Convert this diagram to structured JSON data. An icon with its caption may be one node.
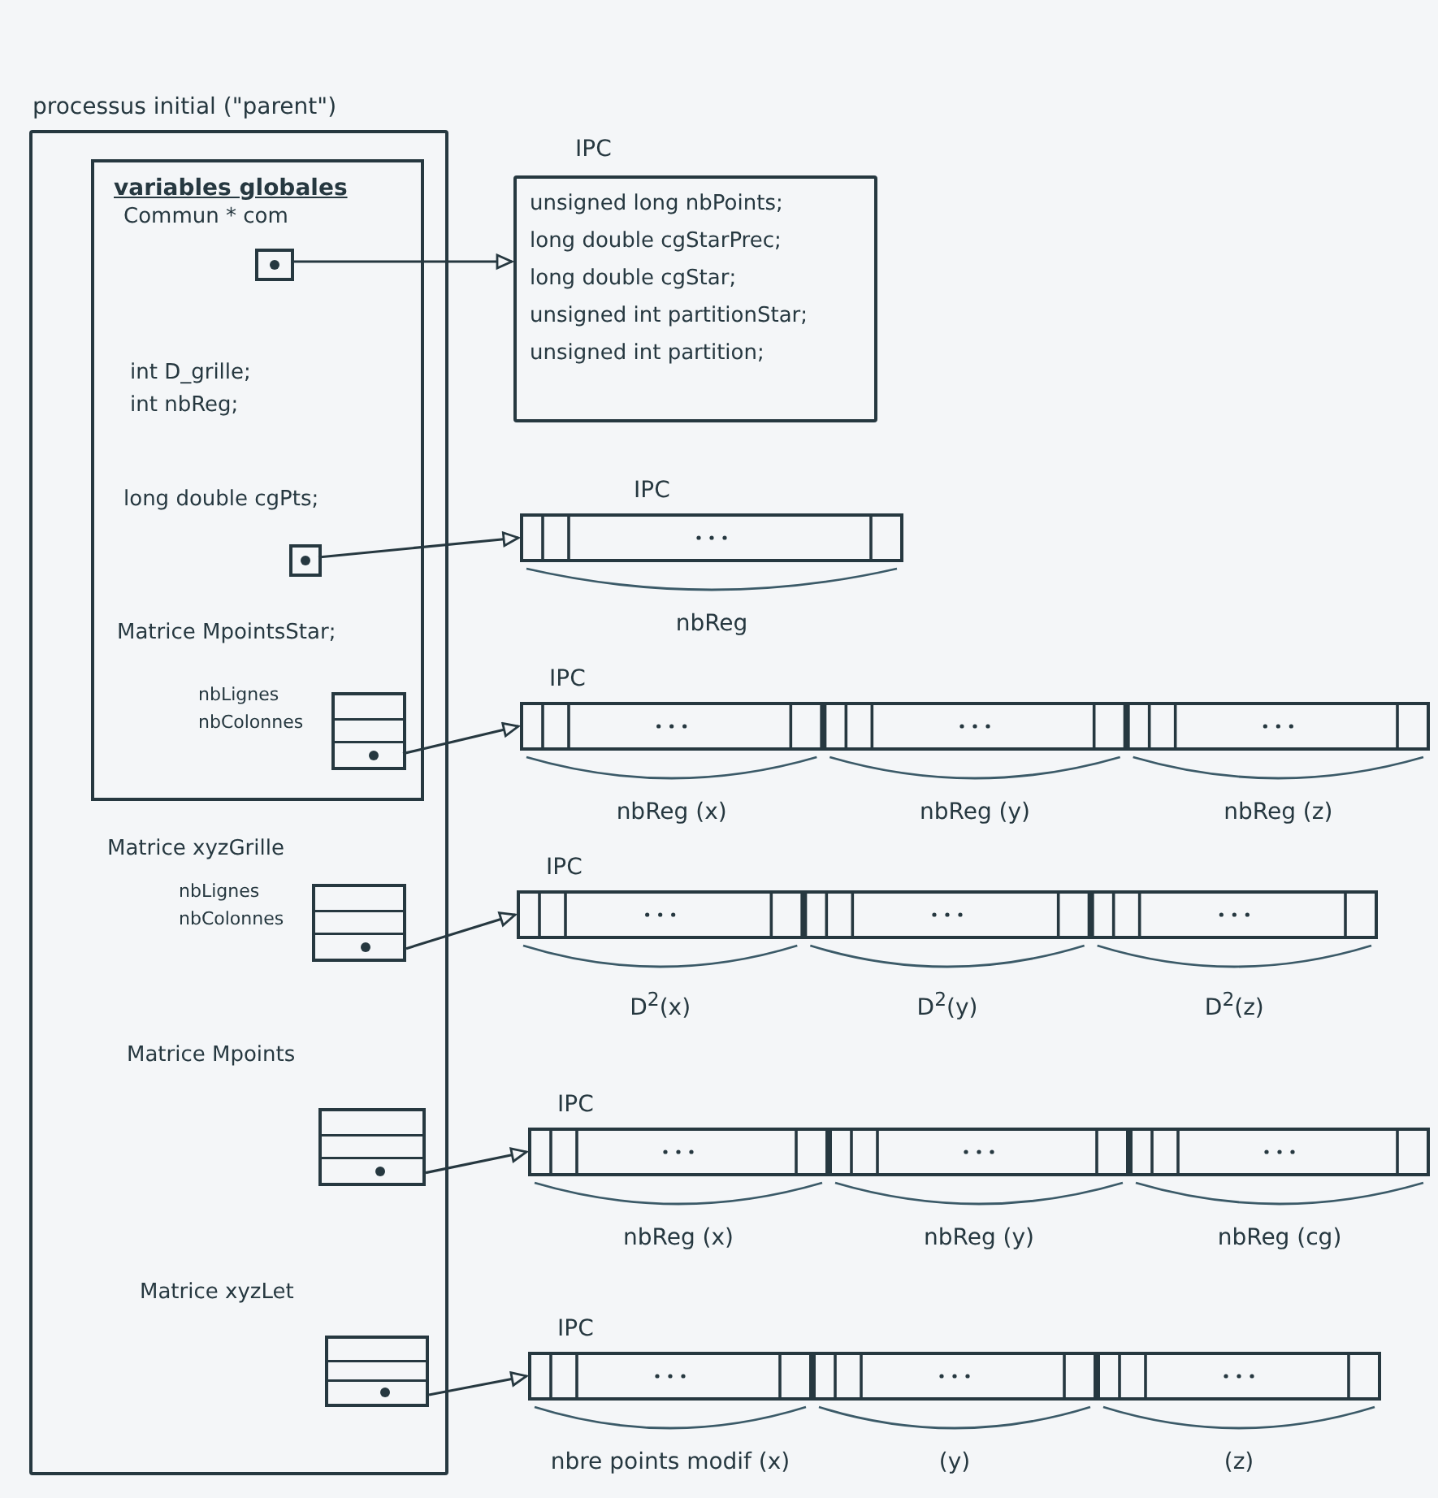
{
  "diagram": {
    "nodes": [
      {
        "text": [
          "processus initial (\"parent\")"
        ]
      },
      {
        "text": [
          "variables globales"
        ],
        "in": 0
      },
      {
        "text": [],
        "shape": "box",
        "in": 1,
        "beside": [
          "Commun * com"
        ]
      },
      {
        "text": [
          "IPC",
          "unsigned long nbPoints;",
          "long double cgStarPrec;",
          "long double cgStar;",
          "unsigned int partitionStar;",
          "unsigned int partition;"
        ]
      },
      {
        "text": [],
        "shape": "box",
        "in": 1,
        "beside": [
          "long double cgPts;"
        ]
      },
      {
        "text": [
          "IPC"
        ],
        "beside": [
          "nbReg"
        ]
      },
      {
        "text": [],
        "shape": "box",
        "in": 1,
        "beside": [
          "Matrice MpointsStar;",
          "nbLignes",
          "nbColonnes"
        ]
      },
      {
        "text": [
          "IPC"
        ],
        "beside": [
          "nbReg (x)",
          "nbReg (y)",
          "nbReg (z)"
        ]
      },
      {
        "text": [],
        "shape": "box",
        "in": 0,
        "beside": [
          "Matrice xyzGrille",
          "nbLignes",
          "nbColonnes"
        ]
      },
      {
        "text": [
          "IPC"
        ],
        "beside": [
          "D$^{2}$(x)",
          "D$^{2}$(y)",
          "D$^{2}$(z)"
        ]
      },
      {
        "text": [],
        "shape": "box",
        "in": 0,
        "beside": [
          "Matrice Mpoints"
        ]
      },
      {
        "text": [
          "IPC"
        ],
        "beside": [
          "nbReg (x)",
          "nbReg (y)",
          "nbReg (cg)"
        ]
      },
      {
        "text": [],
        "shape": "box",
        "in": 0,
        "beside": [
          "Matrice xyzLet"
        ]
      },
      {
        "text": [
          "IPC"
        ],
        "beside": [
          "nbre points modif (x)",
          "(y)",
          "(z)"
        ]
      }
    ],
    "edges": [
      {
        "from": 2,
        "to": 3,
        "arrow": "to"
      },
      {
        "from": 4,
        "to": 5,
        "arrow": "to"
      },
      {
        "from": 6,
        "to": 7,
        "arrow": "to"
      },
      {
        "from": 8,
        "to": 9,
        "arrow": "to"
      },
      {
        "from": 10,
        "to": 11,
        "arrow": "to"
      },
      {
        "from": 12,
        "to": 13,
        "arrow": "to"
      }
    ],
    "labels": [
      "int D_grille;",
      "int nbReg;"
    ]
  }
}
